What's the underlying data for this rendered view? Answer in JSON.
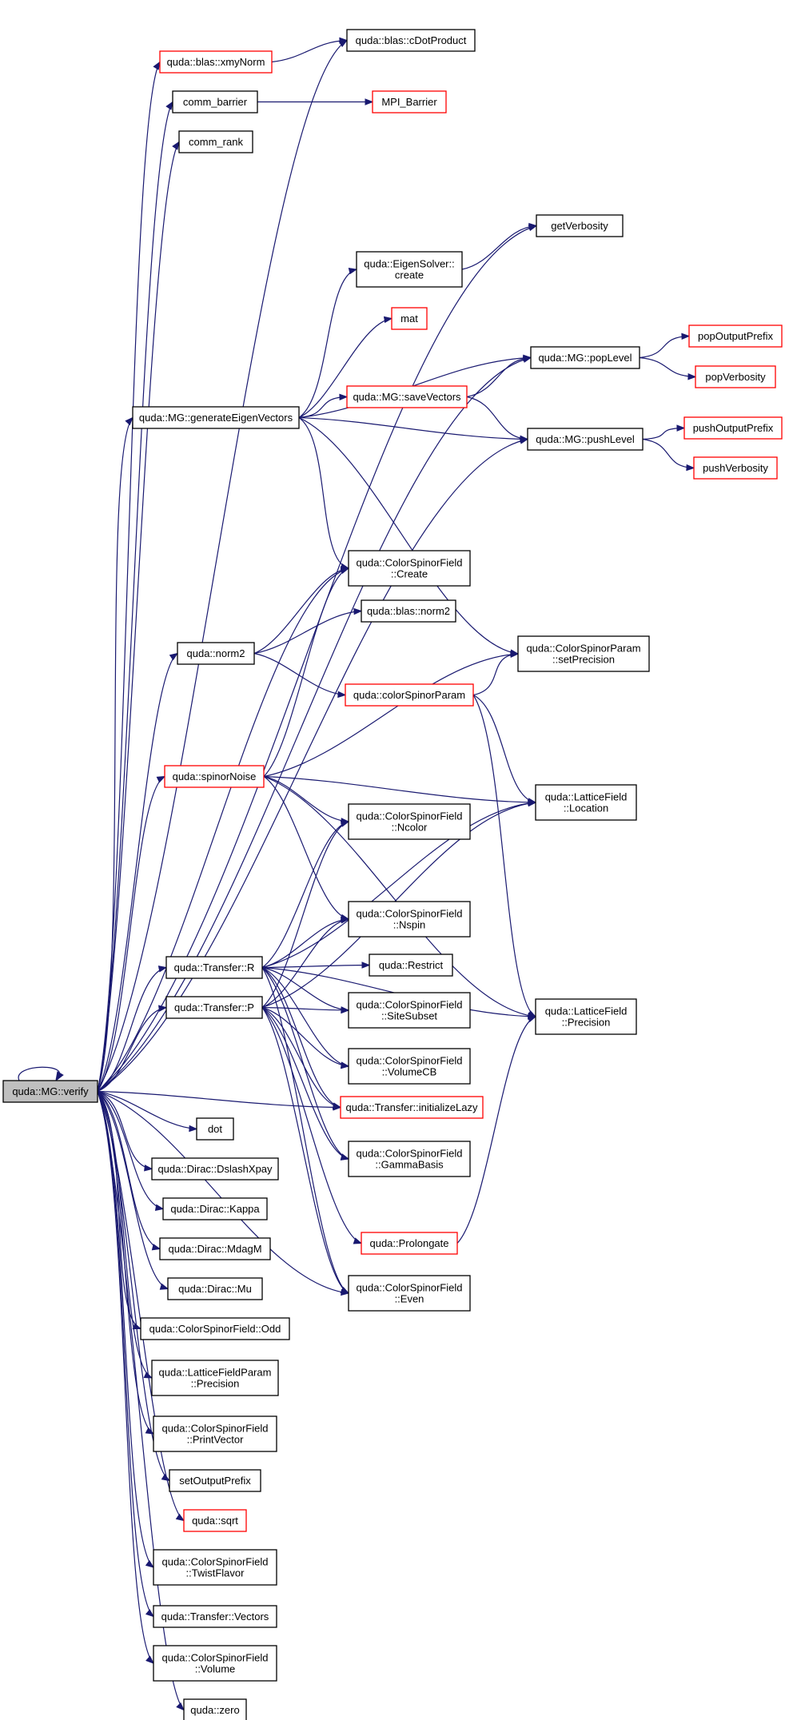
{
  "diagram": {
    "colors": {
      "edge": "#191970",
      "node_border": "#000000",
      "truncated_border": "#ff0000",
      "root_fill": "#bfbfbf"
    },
    "nodes": [
      {
        "id": "verify",
        "label": [
          "quda::MG::verify"
        ],
        "style": "root"
      },
      {
        "id": "cDotProduct",
        "label": [
          "quda::blas::cDotProduct"
        ],
        "style": "normal"
      },
      {
        "id": "xmyNorm",
        "label": [
          "quda::blas::xmyNorm"
        ],
        "style": "red"
      },
      {
        "id": "comm_barrier",
        "label": [
          "comm_barrier"
        ],
        "style": "normal"
      },
      {
        "id": "MPI_Barrier",
        "label": [
          "MPI_Barrier"
        ],
        "style": "red"
      },
      {
        "id": "comm_rank",
        "label": [
          "comm_rank"
        ],
        "style": "normal"
      },
      {
        "id": "getVerbosity",
        "label": [
          "getVerbosity"
        ],
        "style": "normal"
      },
      {
        "id": "eigCreate",
        "label": [
          "quda::EigenSolver::",
          "create"
        ],
        "style": "normal"
      },
      {
        "id": "mat",
        "label": [
          "mat"
        ],
        "style": "red"
      },
      {
        "id": "popOutputPrefix",
        "label": [
          "popOutputPrefix"
        ],
        "style": "red"
      },
      {
        "id": "popLevel",
        "label": [
          "quda::MG::popLevel"
        ],
        "style": "normal"
      },
      {
        "id": "popVerbosity",
        "label": [
          "popVerbosity"
        ],
        "style": "red"
      },
      {
        "id": "saveVectors",
        "label": [
          "quda::MG::saveVectors"
        ],
        "style": "red"
      },
      {
        "id": "genEig",
        "label": [
          "quda::MG::generateEigenVectors"
        ],
        "style": "normal"
      },
      {
        "id": "pushOutputPrefix",
        "label": [
          "pushOutputPrefix"
        ],
        "style": "red"
      },
      {
        "id": "pushLevel",
        "label": [
          "quda::MG::pushLevel"
        ],
        "style": "normal"
      },
      {
        "id": "pushVerbosity",
        "label": [
          "pushVerbosity"
        ],
        "style": "red"
      },
      {
        "id": "csfCreate",
        "label": [
          "quda::ColorSpinorField",
          "::Create"
        ],
        "style": "normal"
      },
      {
        "id": "blasNorm2",
        "label": [
          "quda::blas::norm2"
        ],
        "style": "normal"
      },
      {
        "id": "norm2",
        "label": [
          "quda::norm2"
        ],
        "style": "normal"
      },
      {
        "id": "setPrecision",
        "label": [
          "quda::ColorSpinorParam",
          "::setPrecision"
        ],
        "style": "normal"
      },
      {
        "id": "colorSpinorParam",
        "label": [
          "quda::colorSpinorParam"
        ],
        "style": "red"
      },
      {
        "id": "spinorNoise",
        "label": [
          "quda::spinorNoise"
        ],
        "style": "red"
      },
      {
        "id": "lfLocation",
        "label": [
          "quda::LatticeField",
          "::Location"
        ],
        "style": "normal"
      },
      {
        "id": "ncolor",
        "label": [
          "quda::ColorSpinorField",
          "::Ncolor"
        ],
        "style": "normal"
      },
      {
        "id": "nspin",
        "label": [
          "quda::ColorSpinorField",
          "::Nspin"
        ],
        "style": "normal"
      },
      {
        "id": "restrict",
        "label": [
          "quda::Restrict"
        ],
        "style": "normal"
      },
      {
        "id": "transferR",
        "label": [
          "quda::Transfer::R"
        ],
        "style": "normal"
      },
      {
        "id": "transferP",
        "label": [
          "quda::Transfer::P"
        ],
        "style": "normal"
      },
      {
        "id": "siteSubset",
        "label": [
          "quda::ColorSpinorField",
          "::SiteSubset"
        ],
        "style": "normal"
      },
      {
        "id": "lfPrecision",
        "label": [
          "quda::LatticeField",
          "::Precision"
        ],
        "style": "normal"
      },
      {
        "id": "volumeCB",
        "label": [
          "quda::ColorSpinorField",
          "::VolumeCB"
        ],
        "style": "normal"
      },
      {
        "id": "initLazy",
        "label": [
          "quda::Transfer::initializeLazy"
        ],
        "style": "red"
      },
      {
        "id": "dot",
        "label": [
          "dot"
        ],
        "style": "normal"
      },
      {
        "id": "gammaBasis",
        "label": [
          "quda::ColorSpinorField",
          "::GammaBasis"
        ],
        "style": "normal"
      },
      {
        "id": "dslashXpay",
        "label": [
          "quda::Dirac::DslashXpay"
        ],
        "style": "normal"
      },
      {
        "id": "kappa",
        "label": [
          "quda::Dirac::Kappa"
        ],
        "style": "normal"
      },
      {
        "id": "prolongate",
        "label": [
          "quda::Prolongate"
        ],
        "style": "red"
      },
      {
        "id": "mdagM",
        "label": [
          "quda::Dirac::MdagM"
        ],
        "style": "normal"
      },
      {
        "id": "even",
        "label": [
          "quda::ColorSpinorField",
          "::Even"
        ],
        "style": "normal"
      },
      {
        "id": "mu",
        "label": [
          "quda::Dirac::Mu"
        ],
        "style": "normal"
      },
      {
        "id": "odd",
        "label": [
          "quda::ColorSpinorField::Odd"
        ],
        "style": "normal"
      },
      {
        "id": "lfpPrecision",
        "label": [
          "quda::LatticeFieldParam",
          "::Precision"
        ],
        "style": "normal"
      },
      {
        "id": "printVector",
        "label": [
          "quda::ColorSpinorField",
          "::PrintVector"
        ],
        "style": "normal"
      },
      {
        "id": "setOutputPrefix",
        "label": [
          "setOutputPrefix"
        ],
        "style": "normal"
      },
      {
        "id": "sqrt",
        "label": [
          "quda::sqrt"
        ],
        "style": "red"
      },
      {
        "id": "twistFlavor",
        "label": [
          "quda::ColorSpinorField",
          "::TwistFlavor"
        ],
        "style": "normal"
      },
      {
        "id": "vectors",
        "label": [
          "quda::Transfer::Vectors"
        ],
        "style": "normal"
      },
      {
        "id": "volume",
        "label": [
          "quda::ColorSpinorField",
          "::Volume"
        ],
        "style": "normal"
      },
      {
        "id": "zero",
        "label": [
          "quda::zero"
        ],
        "style": "normal"
      }
    ],
    "edges": [
      [
        "verify",
        "verify"
      ],
      [
        "verify",
        "cDotProduct"
      ],
      [
        "verify",
        "xmyNorm"
      ],
      [
        "verify",
        "comm_barrier"
      ],
      [
        "verify",
        "comm_rank"
      ],
      [
        "verify",
        "getVerbosity"
      ],
      [
        "verify",
        "popLevel"
      ],
      [
        "verify",
        "genEig"
      ],
      [
        "verify",
        "pushLevel"
      ],
      [
        "verify",
        "csfCreate"
      ],
      [
        "verify",
        "norm2"
      ],
      [
        "verify",
        "spinorNoise"
      ],
      [
        "verify",
        "transferR"
      ],
      [
        "verify",
        "transferP"
      ],
      [
        "verify",
        "initLazy"
      ],
      [
        "verify",
        "even"
      ],
      [
        "verify",
        "dot"
      ],
      [
        "verify",
        "dslashXpay"
      ],
      [
        "verify",
        "kappa"
      ],
      [
        "verify",
        "mdagM"
      ],
      [
        "verify",
        "mu"
      ],
      [
        "verify",
        "odd"
      ],
      [
        "verify",
        "lfpPrecision"
      ],
      [
        "verify",
        "printVector"
      ],
      [
        "verify",
        "setOutputPrefix"
      ],
      [
        "verify",
        "sqrt"
      ],
      [
        "verify",
        "twistFlavor"
      ],
      [
        "verify",
        "vectors"
      ],
      [
        "verify",
        "volume"
      ],
      [
        "verify",
        "zero"
      ],
      [
        "xmyNorm",
        "cDotProduct"
      ],
      [
        "comm_barrier",
        "MPI_Barrier"
      ],
      [
        "eigCreate",
        "getVerbosity"
      ],
      [
        "genEig",
        "eigCreate"
      ],
      [
        "genEig",
        "mat"
      ],
      [
        "genEig",
        "popLevel"
      ],
      [
        "genEig",
        "saveVectors"
      ],
      [
        "genEig",
        "pushLevel"
      ],
      [
        "genEig",
        "csfCreate"
      ],
      [
        "genEig",
        "setPrecision"
      ],
      [
        "popLevel",
        "popOutputPrefix"
      ],
      [
        "popLevel",
        "popVerbosity"
      ],
      [
        "saveVectors",
        "popLevel"
      ],
      [
        "saveVectors",
        "pushLevel"
      ],
      [
        "pushLevel",
        "pushOutputPrefix"
      ],
      [
        "pushLevel",
        "pushVerbosity"
      ],
      [
        "norm2",
        "csfCreate"
      ],
      [
        "norm2",
        "blasNorm2"
      ],
      [
        "norm2",
        "colorSpinorParam"
      ],
      [
        "colorSpinorParam",
        "setPrecision"
      ],
      [
        "colorSpinorParam",
        "lfLocation"
      ],
      [
        "colorSpinorParam",
        "lfPrecision"
      ],
      [
        "spinorNoise",
        "csfCreate"
      ],
      [
        "spinorNoise",
        "setPrecision"
      ],
      [
        "spinorNoise",
        "lfLocation"
      ],
      [
        "spinorNoise",
        "ncolor"
      ],
      [
        "spinorNoise",
        "nspin"
      ],
      [
        "spinorNoise",
        "lfPrecision"
      ],
      [
        "transferR",
        "ncolor"
      ],
      [
        "transferR",
        "lfLocation"
      ],
      [
        "transferR",
        "nspin"
      ],
      [
        "transferR",
        "restrict"
      ],
      [
        "transferR",
        "siteSubset"
      ],
      [
        "transferR",
        "volumeCB"
      ],
      [
        "transferR",
        "initLazy"
      ],
      [
        "transferR",
        "gammaBasis"
      ],
      [
        "transferR",
        "even"
      ],
      [
        "transferR",
        "lfPrecision"
      ],
      [
        "transferP",
        "ncolor"
      ],
      [
        "transferP",
        "nspin"
      ],
      [
        "transferP",
        "siteSubset"
      ],
      [
        "transferP",
        "volumeCB"
      ],
      [
        "transferP",
        "initLazy"
      ],
      [
        "transferP",
        "gammaBasis"
      ],
      [
        "transferP",
        "lfLocation"
      ],
      [
        "transferP",
        "prolongate"
      ],
      [
        "transferP",
        "even"
      ],
      [
        "prolongate",
        "lfPrecision"
      ]
    ]
  }
}
